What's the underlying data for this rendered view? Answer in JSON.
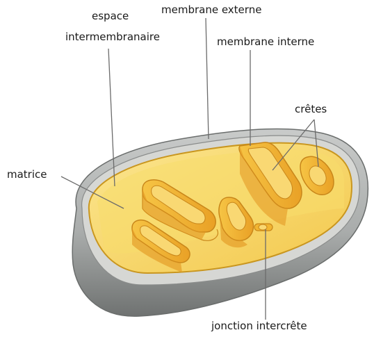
{
  "labels": {
    "espace_line1": "espace",
    "espace_line2": "intermembranaire",
    "membrane_externe": "membrane externe",
    "membrane_interne": "membrane interne",
    "cretes": "crêtes",
    "matrice": "matrice",
    "jonction": "jonction intercrête"
  },
  "colors": {
    "outer_shell": "#a9acab",
    "outer_dark": "#7a7d7c",
    "matrix": "#f6d25a",
    "matrix_light": "#f9e27e",
    "cristae": "#f2b531",
    "cristae_edge": "#d8901c",
    "leader": "#6b6b6b"
  }
}
